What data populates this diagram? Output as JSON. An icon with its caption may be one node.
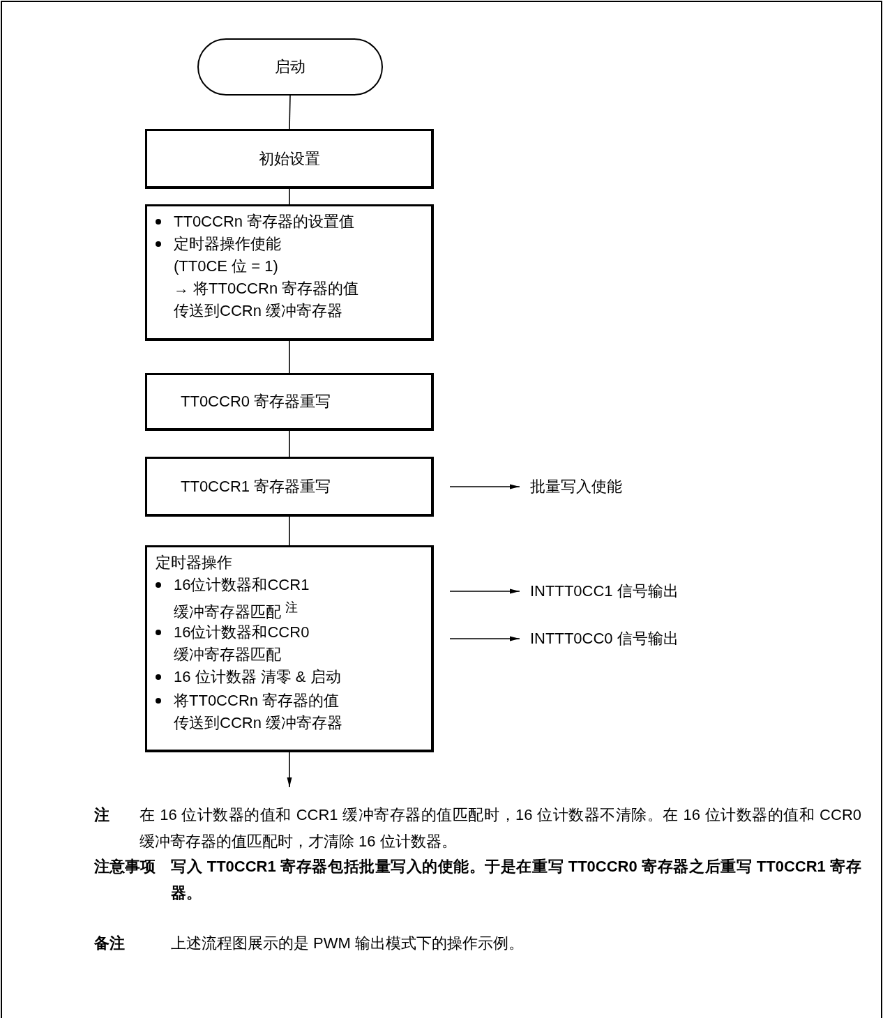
{
  "diagram": {
    "nodes": [
      {
        "text": [
          "启动"
        ]
      },
      {
        "text": [
          "初始设置"
        ]
      },
      {
        "text": [
          "TT0CCRn 寄存器的设置值",
          "定时器操作使能",
          "(TT0CE 位 = 1)",
          "→ 将TT0CCRn 寄存器的值传送到CCRn 缓冲寄存器"
        ]
      },
      {
        "text": [
          "TT0CCR0 寄存器重写"
        ]
      },
      {
        "text": [
          "TT0CCR1 寄存器重写"
        ]
      },
      {
        "text": [
          "批量写入使能"
        ]
      },
      {
        "text": [
          "定时器操作",
          "16位计数器和CCR1缓冲寄存器匹配 $^{注}$",
          "16位计数器和CCR0缓冲寄存器匹配",
          "16 位计数器 清零 & 启动",
          "将TT0CCRn 寄存器的值传送到CCRn 缓冲寄存器"
        ]
      },
      {
        "text": [
          "INTTT0CC1 信号输出"
        ]
      },
      {
        "text": [
          "INTTT0CC0 信号输出"
        ]
      }
    ],
    "edges": [
      {
        "from": 0,
        "to": 1,
        "arrow": "none"
      },
      {
        "from": 1,
        "to": 2,
        "arrow": "none"
      },
      {
        "from": 2,
        "to": 3,
        "arrow": "none"
      },
      {
        "from": 3,
        "to": 4,
        "arrow": "none"
      },
      {
        "from": 4,
        "to": 5,
        "arrow": "to"
      },
      {
        "from": 4,
        "to": 6,
        "arrow": "none"
      },
      {
        "from": 6,
        "to": 7,
        "arrow": "to"
      },
      {
        "from": 6,
        "to": 8,
        "arrow": "to"
      },
      {
        "from": 6,
        "to": null,
        "arrow": "to"
      }
    ],
    "labels": [
      "注",
      "在 16 位计数器的值和 CCR1 缓冲寄存器的值匹配时，16 位计数器不清除。在 16 位计数器的值和 CCR0 缓冲寄存器的值匹配时，才清除 16 位计数器。",
      "注意事项",
      "写入 TT0CCR1 寄存器包括批量写入的使能。于是在重写 TT0CCR0 寄存器之后重写 TT0CCR1 寄存器。",
      "备注",
      "上述流程图展示的是 PWM 输出模式下的操作示例。"
    ]
  }
}
